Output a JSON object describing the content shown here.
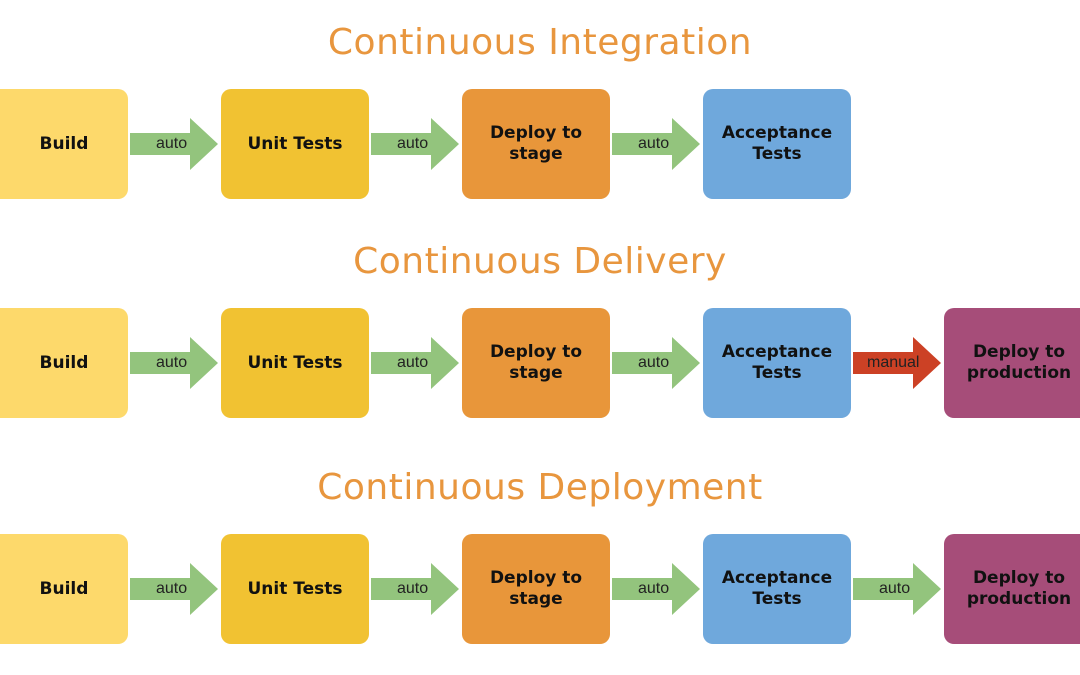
{
  "colors": {
    "title": "#e8963e",
    "build": "#fdd96b",
    "unit_tests": "#f1c232",
    "deploy_stage": "#e8963a",
    "acceptance": "#6fa8dc",
    "production": "#a64d79",
    "arrow_auto": "#93c47d",
    "arrow_manual": "#cc4125"
  },
  "sections": [
    {
      "title": "Continuous Integration",
      "stages": [
        {
          "label": "Build",
          "type": "build"
        },
        {
          "label": "Unit Tests",
          "type": "unit_tests"
        },
        {
          "label": "Deploy to stage",
          "type": "deploy_stage"
        },
        {
          "label": "Acceptance Tests",
          "type": "acceptance"
        }
      ],
      "transitions": [
        {
          "label": "auto",
          "type": "auto"
        },
        {
          "label": "auto",
          "type": "auto"
        },
        {
          "label": "auto",
          "type": "auto"
        }
      ]
    },
    {
      "title": "Continuous Delivery",
      "stages": [
        {
          "label": "Build",
          "type": "build"
        },
        {
          "label": "Unit Tests",
          "type": "unit_tests"
        },
        {
          "label": "Deploy to stage",
          "type": "deploy_stage"
        },
        {
          "label": "Acceptance Tests",
          "type": "acceptance"
        },
        {
          "label": "Deploy to production",
          "type": "production"
        }
      ],
      "transitions": [
        {
          "label": "auto",
          "type": "auto"
        },
        {
          "label": "auto",
          "type": "auto"
        },
        {
          "label": "auto",
          "type": "auto"
        },
        {
          "label": "manual",
          "type": "manual"
        }
      ]
    },
    {
      "title": "Continuous Deployment",
      "stages": [
        {
          "label": "Build",
          "type": "build"
        },
        {
          "label": "Unit Tests",
          "type": "unit_tests"
        },
        {
          "label": "Deploy to stage",
          "type": "deploy_stage"
        },
        {
          "label": "Acceptance Tests",
          "type": "acceptance"
        },
        {
          "label": "Deploy to production",
          "type": "production"
        }
      ],
      "transitions": [
        {
          "label": "auto",
          "type": "auto"
        },
        {
          "label": "auto",
          "type": "auto"
        },
        {
          "label": "auto",
          "type": "auto"
        },
        {
          "label": "auto",
          "type": "auto"
        }
      ]
    }
  ]
}
